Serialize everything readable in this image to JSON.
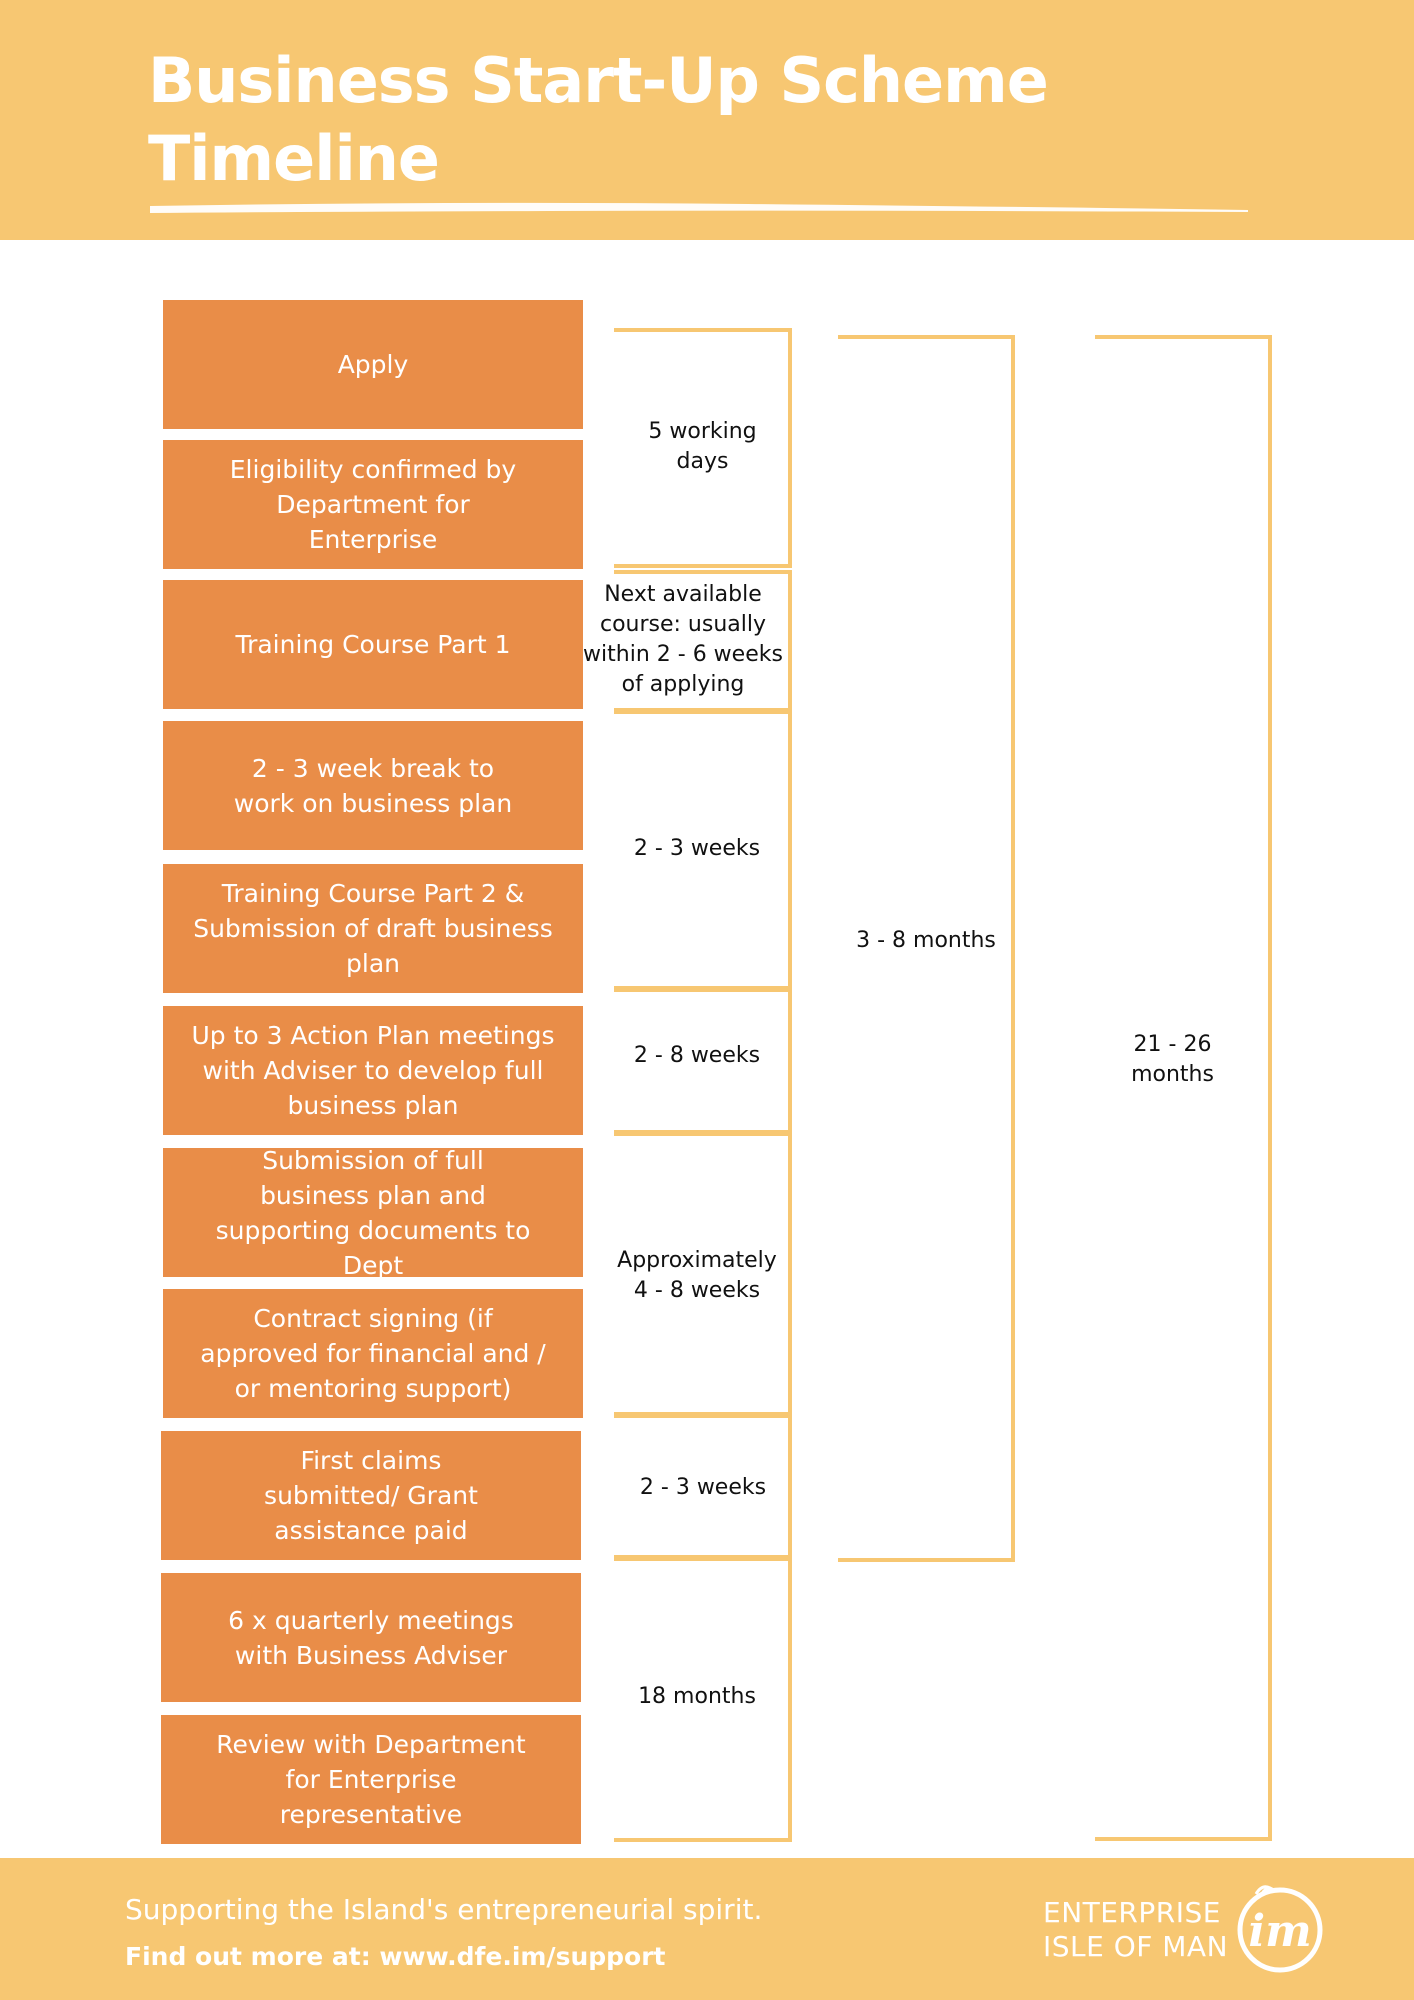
{
  "header": {
    "title_line1": "Business Start-Up Scheme",
    "title_line2": "Timeline"
  },
  "steps": [
    "Apply",
    "Eligibility confirmed by Department for Enterprise",
    "Training Course Part 1",
    "2 - 3 week break to work on business plan",
    "Training Course Part 2 & Submission of draft business plan",
    "Up to 3 Action Plan meetings with Adviser to develop full business plan",
    "Submission of full business plan and supporting documents to Dept",
    "Contract signing (if approved for financial and / or mentoring support)",
    "First claims submitted/ Grant assistance paid",
    "6 x quarterly meetings with Business Adviser",
    "Review with Department for Enterprise representative"
  ],
  "durations": [
    "5 working days",
    "Next available course: usually within 2 - 6 weeks of applying",
    "2 - 3 weeks",
    "2 - 8 weeks",
    "Approximately 4 - 8 weeks",
    "2 - 3 weeks",
    "18 months"
  ],
  "totals": {
    "phase": "3 - 8 months",
    "overall": "21 - 26 months"
  },
  "footer": {
    "tagline": "Supporting the Island's entrepreneurial spirit.",
    "find_out": "Find out more at: www.dfe.im/support",
    "logo_line1": "ENTERPRISE",
    "logo_line2": "ISLE OF MAN",
    "logo_mark": "im"
  },
  "colors": {
    "header_bg": "#F7C772",
    "step_box": "#E98D48",
    "bracket": "#F7C772",
    "text_white": "#FFFFFF"
  }
}
